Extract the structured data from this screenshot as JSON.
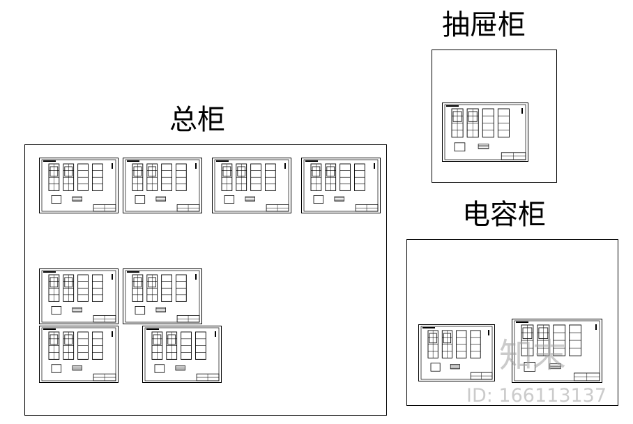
{
  "labels": {
    "drawer": "抽屉柜",
    "main": "总柜",
    "capacitor": "电容柜"
  },
  "watermark": {
    "brand": "知末",
    "id_text": "ID: 166113137"
  }
}
